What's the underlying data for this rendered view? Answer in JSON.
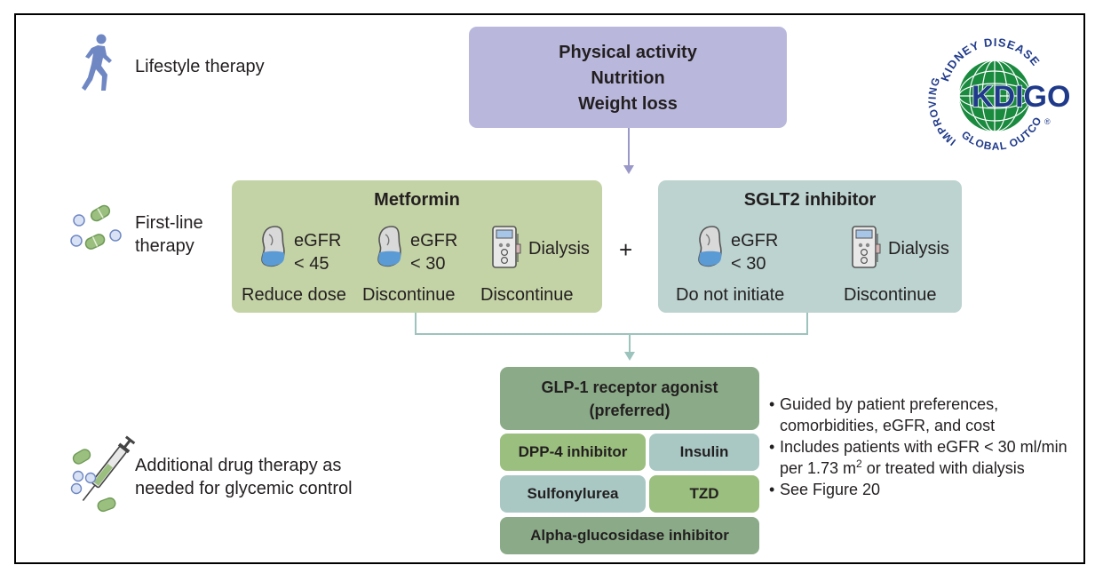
{
  "lifestyle": {
    "label": "Lifestyle therapy",
    "box_lines": [
      "Physical activity",
      "Nutrition",
      "Weight loss"
    ]
  },
  "first_line": {
    "label_lines": [
      "First-line",
      "therapy"
    ],
    "metformin": {
      "title": "Metformin",
      "items": [
        {
          "condition_lines": [
            "eGFR",
            "< 45"
          ],
          "action": "Reduce dose"
        },
        {
          "condition_lines": [
            "eGFR",
            "< 30"
          ],
          "action": "Discontinue"
        },
        {
          "condition_lines": [
            "Dialysis"
          ],
          "action": "Discontinue"
        }
      ]
    },
    "plus": "+",
    "sglt2": {
      "title": "SGLT2 inhibitor",
      "items": [
        {
          "condition_lines": [
            "eGFR",
            "< 30"
          ],
          "action": "Do not initiate"
        },
        {
          "condition_lines": [
            "Dialysis"
          ],
          "action": "Discontinue"
        }
      ]
    }
  },
  "additional": {
    "label_lines": [
      "Additional drug therapy as",
      "needed for glycemic control"
    ],
    "preferred_lines": [
      "GLP-1 receptor agonist",
      "(preferred)"
    ],
    "drugs": {
      "dpp4": "DPP-4 inhibitor",
      "insulin": "Insulin",
      "sulfonylurea": "Sulfonylurea",
      "tzd": "TZD",
      "alpha": "Alpha-glucosidase inhibitor"
    },
    "notes": [
      "Guided by patient preferences, comorbidities, eGFR, and cost",
      "Includes patients with eGFR < 30 ml/min per 1.73 m",
      "See Figure 20"
    ],
    "note_superscript": "2",
    "note_tail": " or treated with dialysis"
  },
  "logo": {
    "arc_top": "KIDNEY DISEASE",
    "arc_left": "IMPROVING",
    "arc_bottom": "GLOBAL OUTCOMES",
    "wordmark": "KDIGO",
    "registered": "®"
  },
  "colors": {
    "lifestyle_box": "#b9b8dc",
    "metformin_box": "#c4d3a6",
    "sglt2_box": "#bcd3cf",
    "glp1_box": "#8bab88",
    "green_pill": "#9bbf7e",
    "teal_pill": "#a9c8c4",
    "arrow_purple": "#9a98c8",
    "connector_teal": "#9cc3bc",
    "icon_blue": "#6f87c3",
    "logo_green": "#1a8a3f",
    "logo_blue": "#1f3a8a"
  }
}
